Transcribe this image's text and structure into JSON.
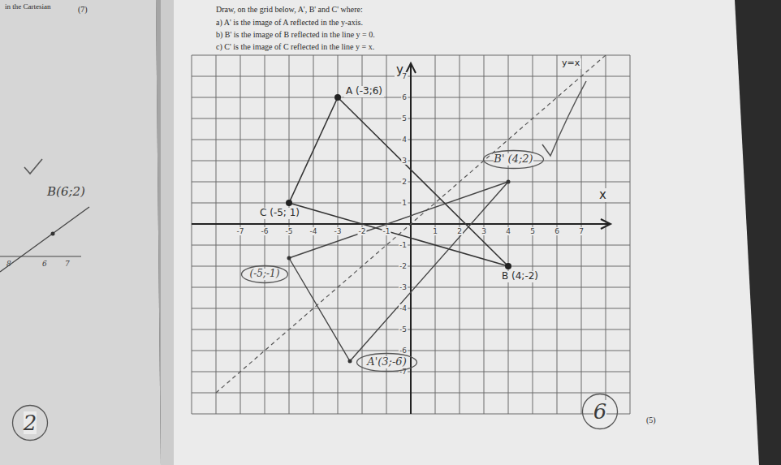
{
  "diagram": {
    "nodes": [
      {
        "text": [
          "B' (4;2)"
        ]
      },
      {
        "text": [
          "(-5;-1)"
        ]
      },
      {
        "text": [
          "A'(3;-6)"
        ]
      },
      {
        "text": [
          "2"
        ]
      },
      {
        "text": [
          "6"
        ]
      }
    ],
    "labels": [
      "in the Cartesian",
      "(7)",
      "Draw, on the grid below, A', B' and C' where:",
      "a) A' is the image of A reflected in the y-axis.",
      "b) B' is the image of B reflected in the line y = 0.",
      "c) C' is the image of C reflected in the line y = x.",
      "y",
      "x",
      "y=x",
      "A (-3;6)",
      "C (-5; 1)",
      "B (4;-2)",
      "B(6;2)",
      "8",
      "6",
      "7",
      "(5)",
      "-7",
      "-6",
      "-5",
      "-4",
      "-3",
      "-2",
      "-1",
      "1",
      "2",
      "3",
      "4",
      "5",
      "6",
      "7",
      "1",
      "2",
      "3",
      "4",
      "5",
      "6",
      "7",
      "-1",
      "-2",
      "-3",
      "-4",
      "-5",
      "-6",
      "-7"
    ]
  }
}
